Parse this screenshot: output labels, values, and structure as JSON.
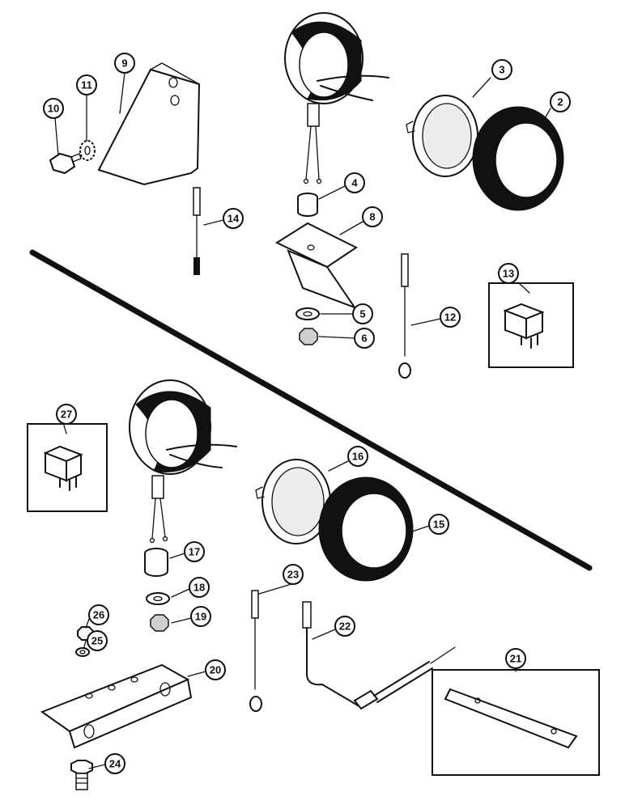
{
  "callouts": [
    {
      "id": "c2",
      "label": "2"
    },
    {
      "id": "c3",
      "label": "3"
    },
    {
      "id": "c4",
      "label": "4"
    },
    {
      "id": "c5",
      "label": "5"
    },
    {
      "id": "c6",
      "label": "6"
    },
    {
      "id": "c8",
      "label": "8"
    },
    {
      "id": "c9",
      "label": "9"
    },
    {
      "id": "c10",
      "label": "10"
    },
    {
      "id": "c11",
      "label": "11"
    },
    {
      "id": "c12",
      "label": "12"
    },
    {
      "id": "c13",
      "label": "13"
    },
    {
      "id": "c14",
      "label": "14"
    },
    {
      "id": "c15",
      "label": "15"
    },
    {
      "id": "c16",
      "label": "16"
    },
    {
      "id": "c17",
      "label": "17"
    },
    {
      "id": "c18",
      "label": "18"
    },
    {
      "id": "c19",
      "label": "19"
    },
    {
      "id": "c20",
      "label": "20"
    },
    {
      "id": "c21",
      "label": "21"
    },
    {
      "id": "c22",
      "label": "22"
    },
    {
      "id": "c23",
      "label": "23"
    },
    {
      "id": "c24",
      "label": "24"
    },
    {
      "id": "c25",
      "label": "25"
    },
    {
      "id": "c26",
      "label": "26"
    },
    {
      "id": "c27",
      "label": "27"
    }
  ]
}
